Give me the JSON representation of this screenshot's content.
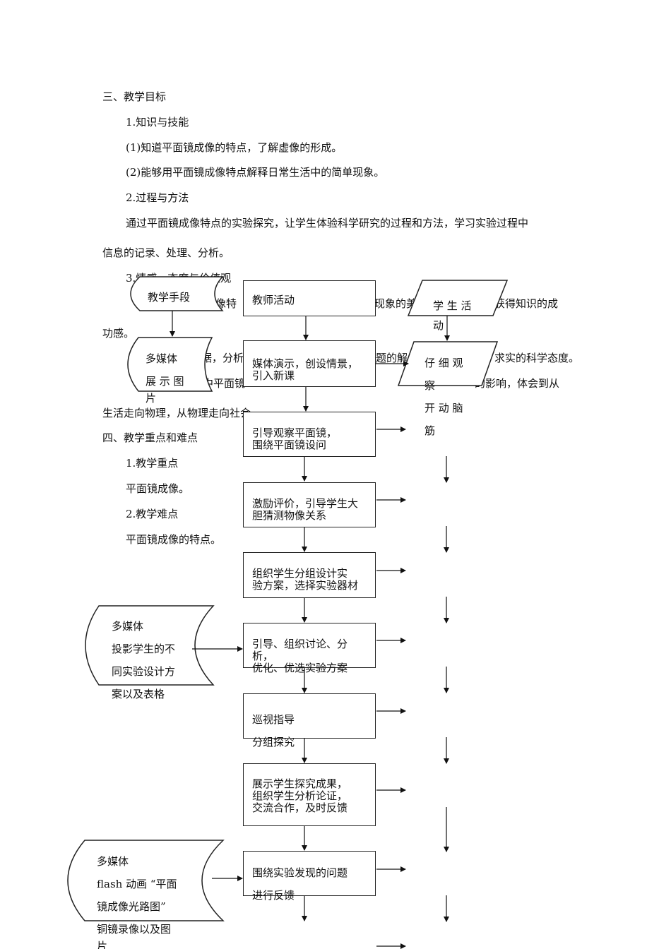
{
  "doc": {
    "sec3_title": "三、教学目标",
    "k1": "1.知识与技能",
    "k1a": "(1)知道平面镜成像的特点，了解虚像的形成。",
    "k1b": "(2)能够用平面镜成像特点解释日常生活中的简单现象。",
    "k2": "2.过程与方法",
    "k2_line1": "通过平面镜成像特点的实验探究，让学生体验科学研究的过程和方法，学习实验过程中",
    "k2_line2": "信息的记录、处理、分析。",
    "k3": "3.情感、态度与价值观",
    "k3_line1_a": "成像特",
    "k3_line1_b": "现象的美",
    "k3_line1_c": "获得知识的成",
    "k3_line2": "功感。",
    "k3_line3_a": "据，分析",
    "k3_line3_b": "题的解",
    "k3_line3_c": "求实的科学态度。",
    "k3_line4_a": "中平面镜",
    "k3_line4_b": "的影响，体会到从",
    "k3_line5": "生活走向物理，从物理走向社会",
    "sec4_title": "四、教学重点和难点",
    "p1": "1.教学重点",
    "p1_text": "平面镜成像。",
    "p2": "2.教学难点",
    "p2_text": "平面镜成像的特点。"
  },
  "flow": {
    "col_means": "教学手段",
    "col_teacher": "教师活动",
    "col_student": "学 生 活 动",
    "media1": [
      "多媒体",
      "展 示 图",
      "片"
    ],
    "media2": [
      "多媒体",
      "投影学生的不",
      "同实验设计方",
      "案以及表格"
    ],
    "media3": [
      "多媒体",
      "flash 动画 “平面",
      "镜成像光路图”",
      "铜镜录像以及图",
      "片"
    ],
    "student_first": [
      "仔 细 观",
      "察",
      "开 动 脑",
      "筋"
    ],
    "steps": [
      [
        "媒体演示，创设情景，",
        "引入新课"
      ],
      [
        "引导观察平面镜，",
        "围绕平面镜设问"
      ],
      [
        "激励评价，引导学生大",
        "胆猜测物像关系"
      ],
      [
        "组织学生分组设计实",
        "验方案，选择实验器材"
      ],
      [
        "引导、组织讨论、分析，",
        "优化、优选实验方案"
      ],
      [
        "巡视指导",
        "分组探究"
      ],
      [
        "展示学生探究成果，",
        "组织学生分析论证，",
        "交流合作，及时反馈"
      ],
      [
        "围绕实验发现的问题",
        "进行反馈"
      ]
    ]
  }
}
